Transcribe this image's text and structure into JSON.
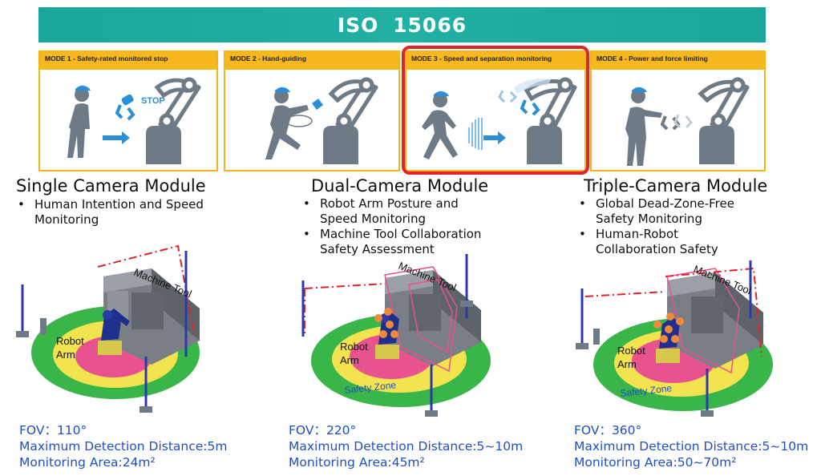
{
  "banner": {
    "title": "ISO 15066"
  },
  "modes": [
    {
      "label": "MODE 1 - Safety-rated monitored stop",
      "badge": "STOP"
    },
    {
      "label": "MODE 2 - Hand-guiding"
    },
    {
      "label": "MODE 3 - Speed and separation monitoring"
    },
    {
      "label": "MODE 4 - Power and force limiting"
    }
  ],
  "modules": [
    {
      "title": "Single Camera Module",
      "bullets": [
        "Human Intention and Speed Monitoring"
      ],
      "scene": {
        "machine_tool": "Machine Tool",
        "robot_arm_1": "Robot",
        "robot_arm_2": "Arm",
        "safety_zone": ""
      },
      "stats": [
        "FOV：110°",
        "Maximum Detection Distance:5m",
        "Monitoring Area:24m²"
      ]
    },
    {
      "title": "Dual-Camera Module",
      "bullets": [
        "Robot Arm Posture and Speed Monitoring",
        "Machine Tool Collaboration Safety Assessment"
      ],
      "scene": {
        "machine_tool": "Machine Tool",
        "robot_arm_1": "Robot",
        "robot_arm_2": "Arm",
        "safety_zone": "Safety Zone"
      },
      "stats": [
        "FOV：220°",
        "Maximum Detection Distance:5~10m",
        "Monitoring Area:45m²"
      ]
    },
    {
      "title": "Triple-Camera Module",
      "bullets": [
        "Global Dead-Zone-Free Safety Monitoring",
        "Human-Robot Collaboration Safety"
      ],
      "scene": {
        "machine_tool": "Machine Tool",
        "robot_arm_1": "Robot",
        "robot_arm_2": "Arm",
        "safety_zone": "Safety Zone"
      },
      "stats": [
        "FOV：360°",
        "Maximum Detection Distance:5~10m",
        "Monitoring Area:50~70m²"
      ]
    }
  ],
  "colors": {
    "banner": "#1aa79b",
    "mode_header": "#f7b81e",
    "highlight": "#e3232a",
    "robot_gray": "#6e7b86",
    "icon_blue": "#2a8fd6",
    "stats_blue": "#1f4fc4",
    "zone_green": "#39b54a",
    "zone_yellow": "#f2e34f",
    "zone_pink": "#e8528f"
  }
}
